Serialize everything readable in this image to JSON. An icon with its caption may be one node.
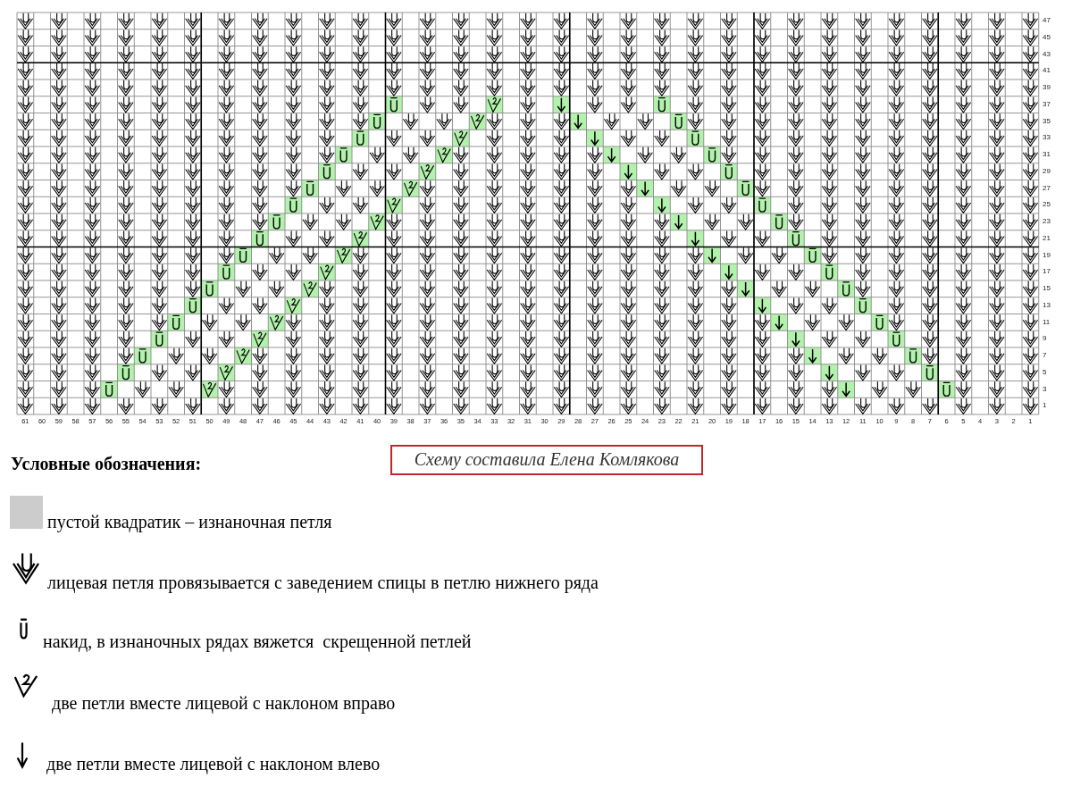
{
  "diagram": {
    "nodes": [
      {
        "text": [
          "Схему составила Елена Комлякова"
        ]
      }
    ],
    "labels": [
      "47",
      "45",
      "43",
      "41",
      "39",
      "37",
      "35",
      "33",
      "31",
      "29",
      "27",
      "25",
      "23",
      "21",
      "19",
      "17",
      "15",
      "13",
      "11",
      "9",
      "7",
      "5",
      "3",
      "1",
      "61",
      "60",
      "59",
      "58",
      "57",
      "56",
      "55",
      "54",
      "53",
      "52",
      "51",
      "50",
      "49",
      "48",
      "47",
      "46",
      "45",
      "44",
      "43",
      "42",
      "41",
      "40",
      "39",
      "38",
      "37",
      "36",
      "35",
      "34",
      "33",
      "32",
      "31",
      "30",
      "29",
      "28",
      "27",
      "26",
      "25",
      "24",
      "23",
      "22",
      "21",
      "20",
      "19",
      "18",
      "17",
      "16",
      "15",
      "14",
      "13",
      "12",
      "11",
      "10",
      "9",
      "8",
      "7",
      "6",
      "5",
      "4",
      "3",
      "2",
      "1",
      "Условные обозначения:"
    ],
    "legend": [
      {
        "text": "пустой квадратик – изнаночная петля",
        "color": "#cccccc"
      },
      {
        "text": "лицевая петля провязывается с заведением спицы в петлю нижнего ряда"
      },
      {
        "text": "накид, в изнаночных рядах вяжется  скрещенной петлей"
      },
      {
        "text": "две петли вместе лицевой с наклоном вправо"
      },
      {
        "text": "две петли вместе лицевой с наклоном влево"
      }
    ]
  }
}
